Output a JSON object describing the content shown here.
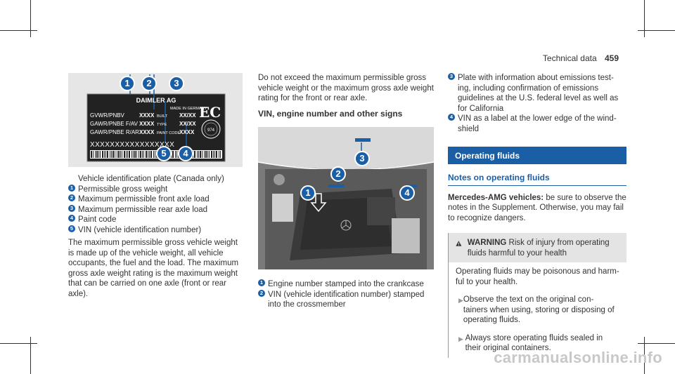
{
  "header": {
    "section": "Technical data",
    "page": "459"
  },
  "plate": {
    "brand": "DAIMLER AG",
    "made_in": "MADE IN GERMANY",
    "rows": [
      {
        "label": "GVWR/PNBV",
        "val1": "XXXX",
        "key": "BUILT",
        "val2": "XX/XX"
      },
      {
        "label": "GAWR/PNBE F/AV",
        "val1": "XXXX",
        "key": "TYPE",
        "val2": "XX/XX"
      },
      {
        "label": "GAWR/PNBE R/AR",
        "val1": "XXXX",
        "key": "PAINT CODE",
        "val2": "XXXX"
      }
    ],
    "vin": "XXXXXXXXXXXXXXXXX",
    "seal": "974",
    "callouts": [
      "1",
      "2",
      "3",
      "5",
      "4"
    ]
  },
  "col1": {
    "caption": "Vehicle identification plate (Canada only)",
    "items": [
      {
        "num": "1",
        "text": "Permissible gross weight"
      },
      {
        "num": "2",
        "text": "Maximum permissible front axle load"
      },
      {
        "num": "3",
        "text": "Maximum permissible rear axle load"
      },
      {
        "num": "4",
        "text": "Paint code"
      },
      {
        "num": "5",
        "text": "VIN (vehicle identification number)"
      }
    ],
    "paragraph": "The maximum permissible gross vehicle weight is made up of the vehicle weight, all vehicle occupants, the fuel and the load. The maximum gross axle weight rating is the maximum weight that can be carried on one axle (front or rear axle)."
  },
  "col2": {
    "intro": "Do not exceed the maximum permissible gross vehicle weight or the maximum gross axle weight rating for the front or rear axle.",
    "subheading": "VIN, engine number and other signs",
    "engine_callouts": [
      "3",
      "2",
      "1",
      "4"
    ],
    "items": [
      {
        "num": "1",
        "text": "Engine number stamped into the crankcase"
      },
      {
        "num": "2",
        "text": "VIN (vehicle identification number) stamped into the crossmember"
      }
    ]
  },
  "col3": {
    "items": [
      {
        "num": "3",
        "text": "Plate with information about emissions test- ing, including confirmation of emissions guidelines at the U.S. federal level as well as for California"
      },
      {
        "num": "4",
        "text": "VIN as a label at the lower edge of the wind- shield"
      }
    ],
    "section_bar": "Operating fluids",
    "subsection": "Notes on operating fluids",
    "intro_bold": "Mercedes-AMG vehicles:",
    "intro_rest": " be sure to observe the notes in the Supplement. Otherwise, you may fail to recognize dangers.",
    "warning": {
      "label": "WARNING",
      "headline": " Risk of injury from operating fluids harmful to your health",
      "body": "Operating fluids may be poisonous and harm- ful to your health.",
      "steps": [
        "Observe the text on the original con- tainers when using, storing or disposing of operating fluids.",
        "Always store operating fluids sealed in their original containers."
      ]
    }
  },
  "watermark": "carmanualsonline.info",
  "colors": {
    "accent": "#1a5fa5",
    "warning_bg": "#e4e4e4"
  }
}
